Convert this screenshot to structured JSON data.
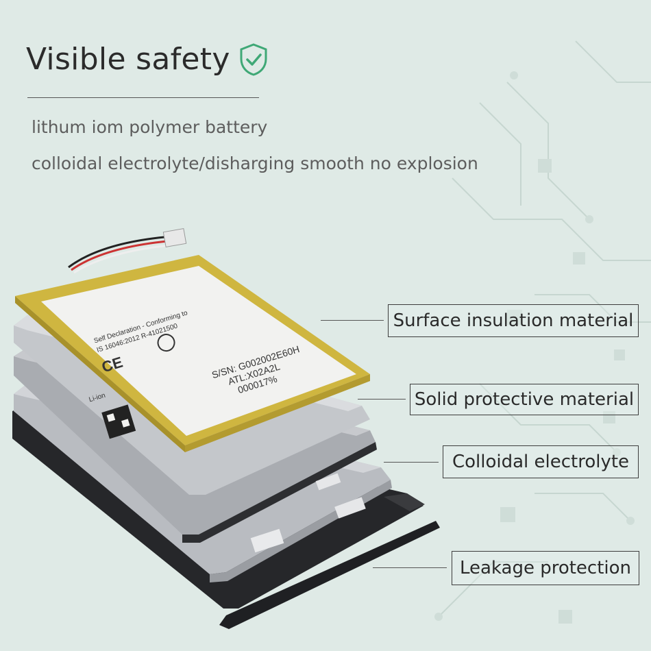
{
  "title": "Visible safety",
  "subtitles": [
    "lithum iom polymer battery",
    "colloidal electrolyte/disharging smooth no explosion"
  ],
  "labels": {
    "surface": "Surface insulation material",
    "solid": "Solid protective material",
    "colloidal": "Colloidal electrolyte",
    "leakage": "Leakage protection"
  },
  "battery_text": {
    "serial": "S/SN: G002002E60H",
    "model": "ATL:X02A2L",
    "code": "000017%",
    "li_ion": "Li-ion",
    "self_declaration": "Self Declaration - Conforming to",
    "standard": "IS 16046:2012 R-41021500",
    "ce": "CE"
  },
  "colors": {
    "background": "#dfeae6",
    "shield": "#3fa876",
    "foil": "#cfb640",
    "layer": "#bfc2c6",
    "seal": "#26272a"
  }
}
